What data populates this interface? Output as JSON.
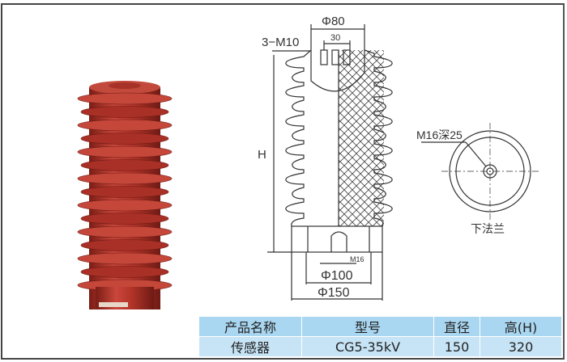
{
  "diagram": {
    "top_diameter": "Φ80",
    "bolt_spacing": "30",
    "top_thread": "3−M10",
    "height_label": "H",
    "bottom_thread": "M16",
    "inner_diameter": "Φ100",
    "outer_diameter": "Φ150",
    "flange_thread": "M16深25",
    "flange_label": "下法兰"
  },
  "table": {
    "headers": [
      "产品名称",
      "型号",
      "直径",
      "高(H)"
    ],
    "rows": [
      [
        "传感器",
        "CG5-35kV",
        "150",
        "320"
      ]
    ]
  },
  "colors": {
    "insulator": "#b5352a",
    "header_bg": "#a9d6f0"
  }
}
